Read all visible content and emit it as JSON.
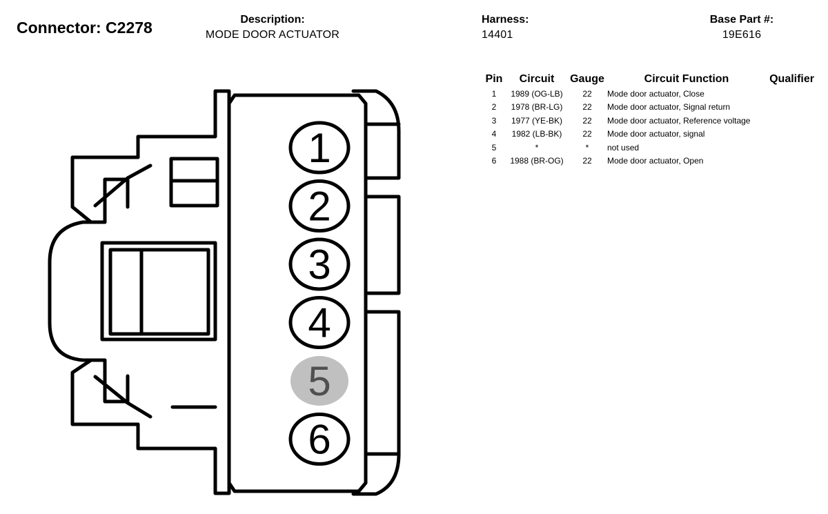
{
  "connector": {
    "label": "Connector: C2278"
  },
  "description": {
    "label": "Description:",
    "value": "MODE DOOR ACTUATOR"
  },
  "harness": {
    "label": "Harness:",
    "value": "14401"
  },
  "base_part": {
    "label": "Base Part #:",
    "value": "19E616"
  },
  "table": {
    "headers": {
      "pin": "Pin",
      "circuit": "Circuit",
      "gauge": "Gauge",
      "function": "Circuit Function",
      "qualifier": "Qualifier"
    },
    "rows": [
      {
        "pin": "1",
        "circuit": "1989 (OG-LB)",
        "gauge": "22",
        "function": "Mode door actuator, Close",
        "qualifier": ""
      },
      {
        "pin": "2",
        "circuit": "1978 (BR-LG)",
        "gauge": "22",
        "function": "Mode door actuator, Signal return",
        "qualifier": ""
      },
      {
        "pin": "3",
        "circuit": "1977 (YE-BK)",
        "gauge": "22",
        "function": "Mode door actuator, Reference voltage",
        "qualifier": ""
      },
      {
        "pin": "4",
        "circuit": "1982 (LB-BK)",
        "gauge": "22",
        "function": "Mode door actuator, signal",
        "qualifier": ""
      },
      {
        "pin": "5",
        "circuit": "*",
        "gauge": "*",
        "function": "not used",
        "qualifier": ""
      },
      {
        "pin": "6",
        "circuit": "1988 (BR-OG)",
        "gauge": "22",
        "function": "Mode door actuator, Open",
        "qualifier": ""
      }
    ]
  },
  "diagram": {
    "pins": [
      {
        "label": "1",
        "used": true
      },
      {
        "label": "2",
        "used": true
      },
      {
        "label": "3",
        "used": true
      },
      {
        "label": "4",
        "used": true
      },
      {
        "label": "5",
        "used": false
      },
      {
        "label": "6",
        "used": true
      }
    ],
    "colors": {
      "outline": "#000000",
      "unused_pin_fill": "#c0c0c0",
      "unused_pin_text": "#505050"
    }
  }
}
